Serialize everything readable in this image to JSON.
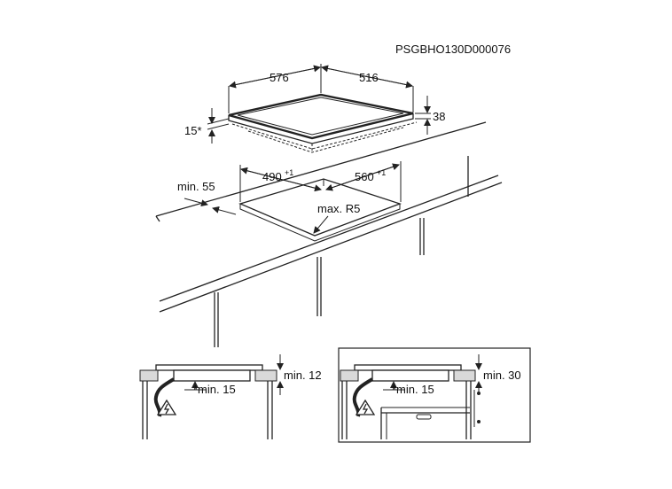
{
  "code": "PSGBHO130D000076",
  "top": {
    "width_label": "576",
    "depth_label": "516",
    "thickness_label": "38",
    "frame_label": "15*",
    "cutout_depth_label": "490",
    "cutout_depth_tol": "+1",
    "cutout_width_label": "560",
    "cutout_width_tol": "+1",
    "edge_dist_label": "min. 55",
    "radius_label": "max. R5"
  },
  "bottom_left": {
    "top_clear_label": "min. 12",
    "under_clear_label": "*min. 15"
  },
  "bottom_right": {
    "top_clear_label": "min. 30",
    "under_clear_label": "*min. 15"
  },
  "icons": [
    "warning-electric-icon",
    "warning-electric-icon"
  ]
}
